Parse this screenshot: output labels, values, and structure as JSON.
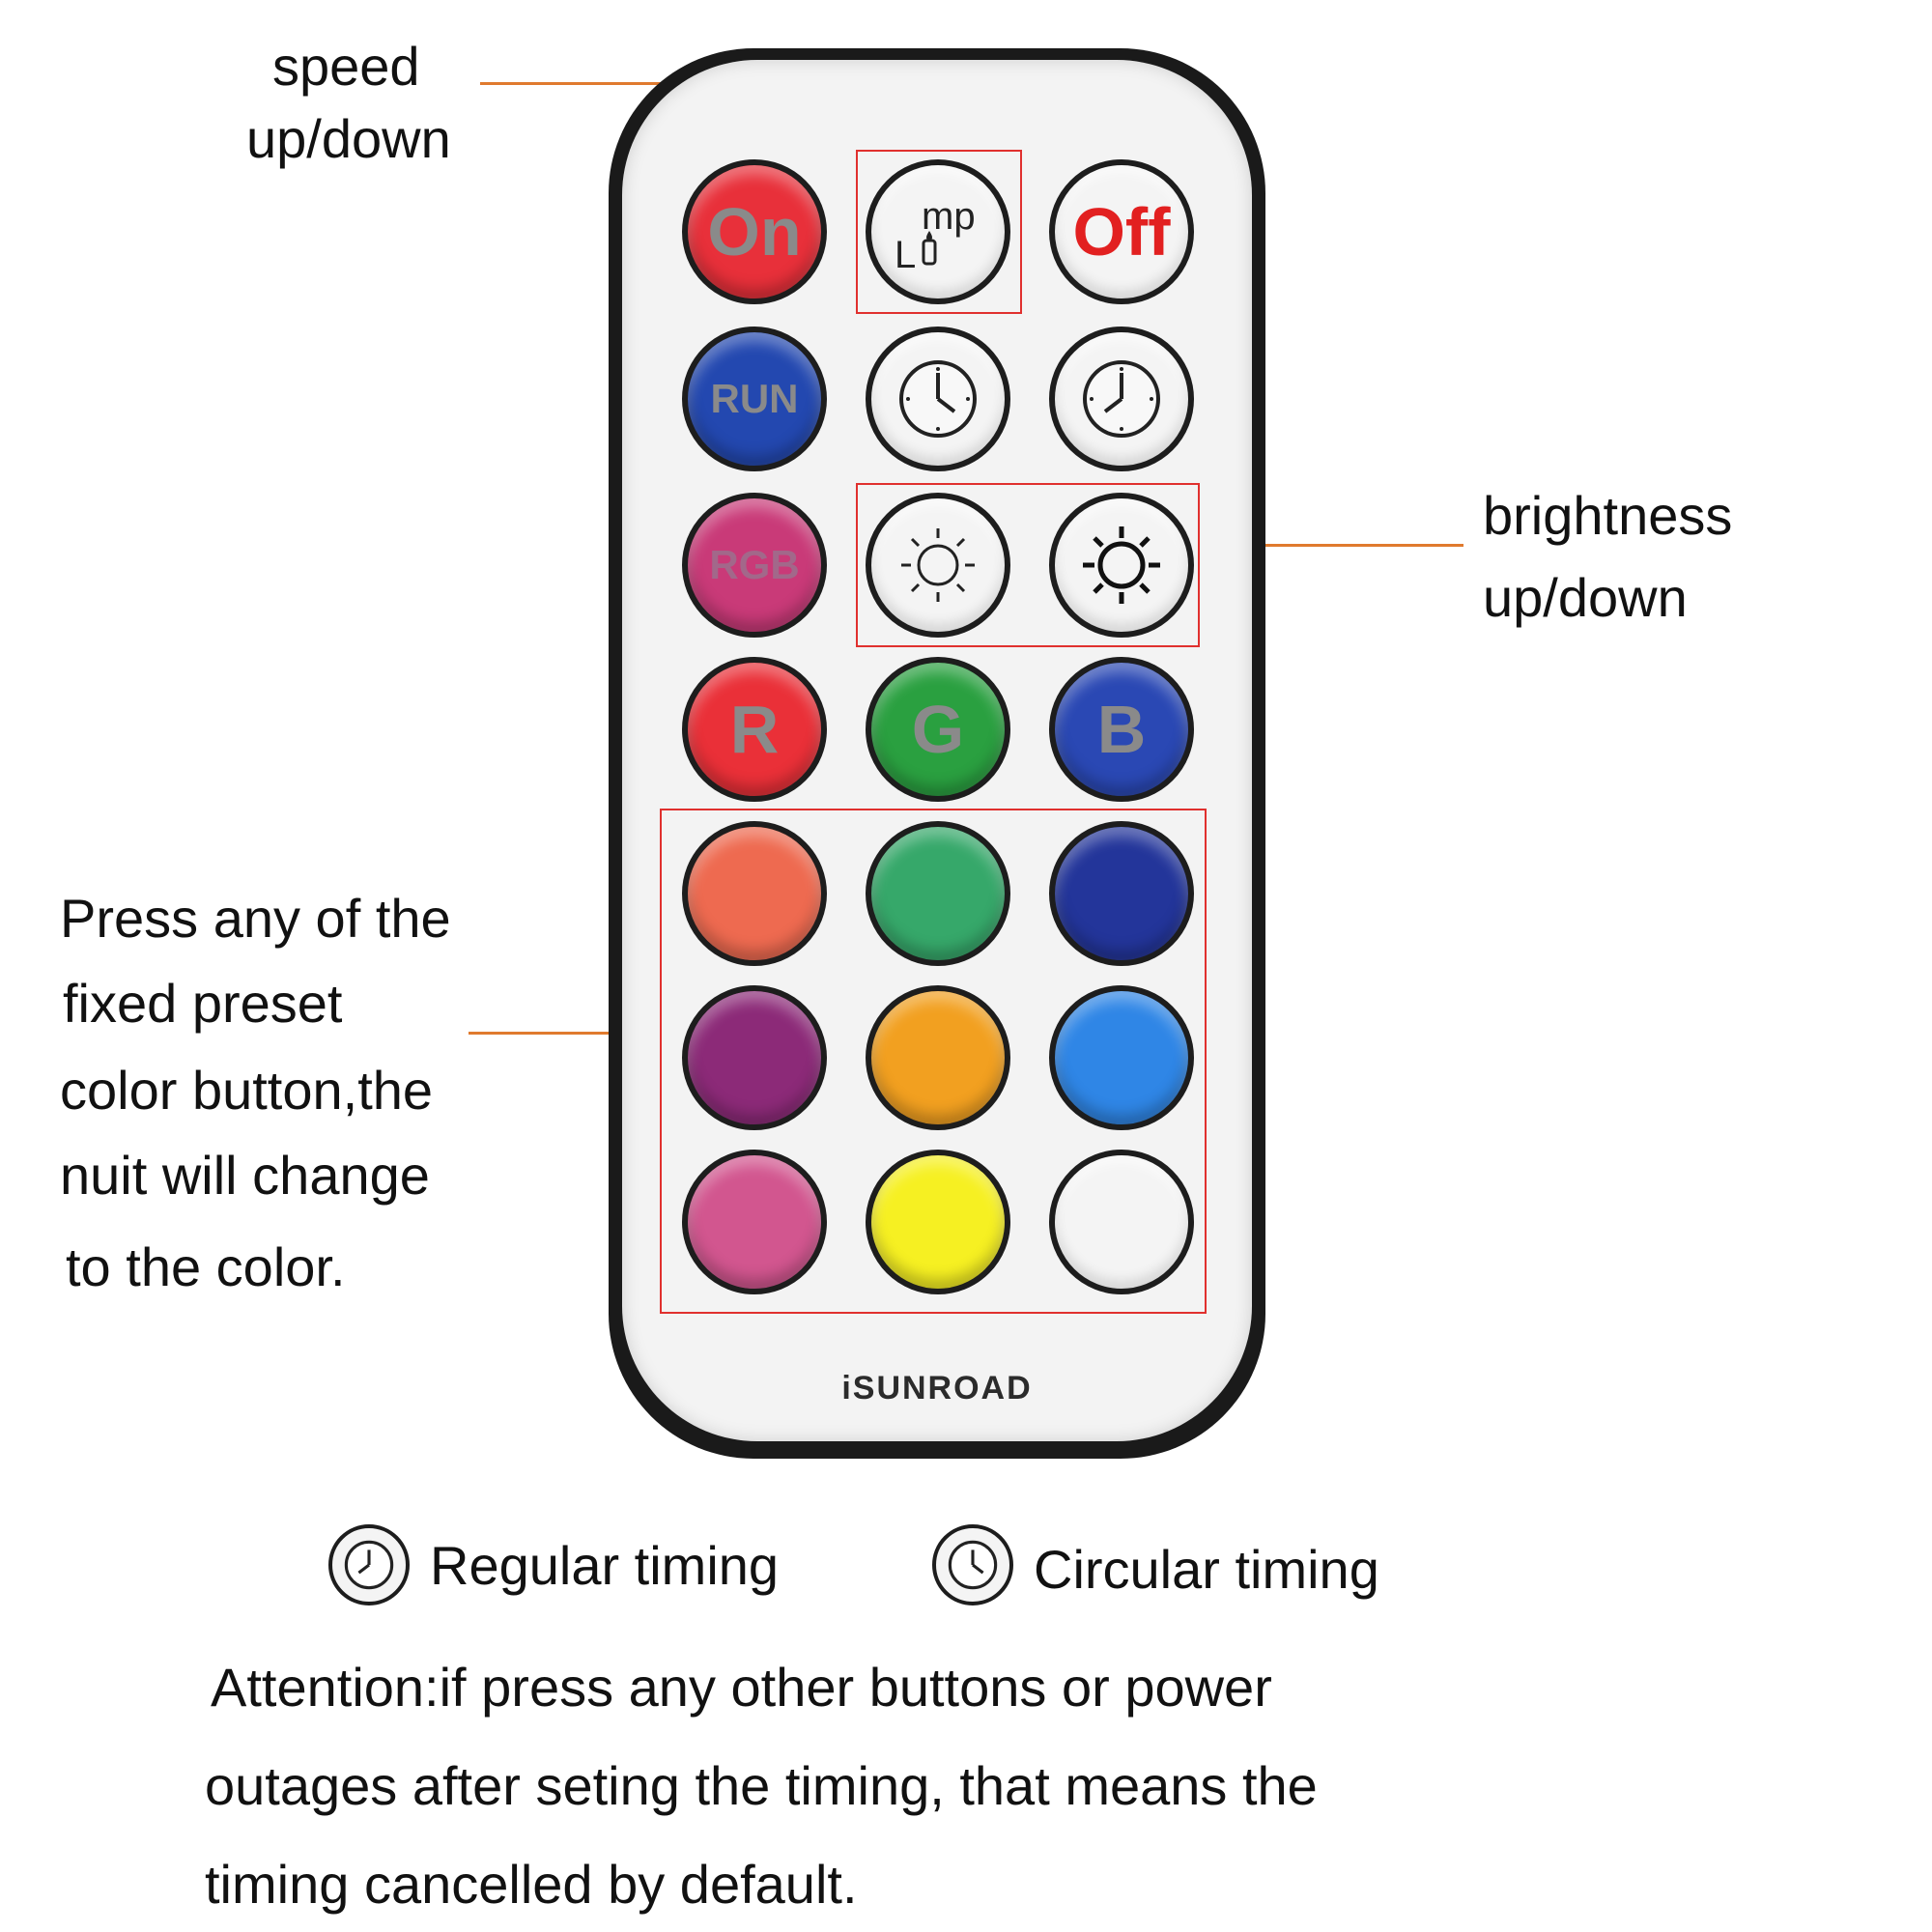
{
  "annotations": {
    "speed": [
      "speed",
      "up/down"
    ],
    "brightness": [
      "brightness",
      "up/down"
    ],
    "preset": [
      "Press any of the",
      "fixed preset",
      "color button,the",
      "nuit will change",
      "to the color."
    ]
  },
  "remote": {
    "brand": "iSUNROAD",
    "buttons": {
      "on": {
        "label": "On",
        "color": "#e8303a"
      },
      "lamp": {
        "label_mp": "mp",
        "label_l": "L"
      },
      "off": {
        "label": "Off",
        "color": "#f4f4f4"
      },
      "run": {
        "label": "RUN",
        "color": "#2348b0"
      },
      "rgb": {
        "label": "RGB",
        "color": "#c93a78"
      },
      "r": {
        "label": "R",
        "color": "#ea3038"
      },
      "g": {
        "label": "G",
        "color": "#2aa040"
      },
      "b": {
        "label": "B",
        "color": "#2a48b4"
      }
    },
    "preset_colors": [
      "#ee6a50",
      "#36a86a",
      "#23359a",
      "#8c2a78",
      "#f2a020",
      "#2f86e6",
      "#d2568f",
      "#f6f022",
      "#f4f4f4"
    ]
  },
  "legend": {
    "regular": "Regular timing",
    "circular": "Circular timing"
  },
  "note": [
    "Attention:if press any other buttons or power",
    "outages after seting the timing, that means the",
    "timing cancelled by default."
  ]
}
